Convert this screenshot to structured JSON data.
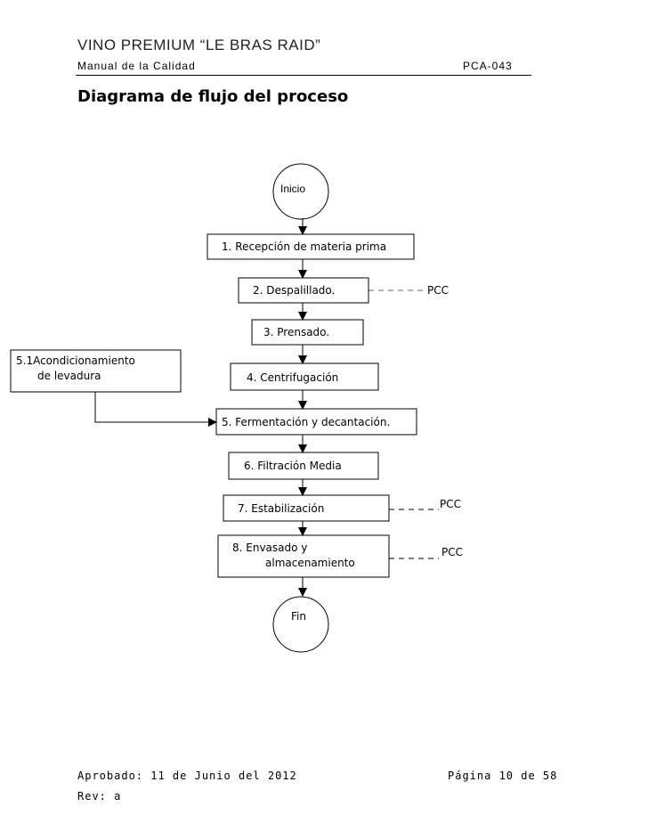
{
  "header": {
    "brand": "VINO PREMIUM “LE BRAS RAID”",
    "manual": "Manual de la Calidad",
    "code": "PCA-043"
  },
  "title": "Diagrama de flujo del proceso",
  "flow": {
    "start": "Inicio",
    "steps": [
      "1.  Recepción de materia prima",
      "2.  Despalillado.",
      "3.  Prensado.",
      "4.  Centrifugación",
      "5.  Fermentación y decantación.",
      "6.  Filtración Media",
      "7.  Estabilización",
      "8.  Envasado y",
      "almacenamiento"
    ],
    "side_step_line1": "5.1Acondicionamiento",
    "side_step_line2": "de levadura",
    "pcc": [
      "PCC",
      "PCC",
      "PCC"
    ],
    "end": "Fin"
  },
  "footer": {
    "approved": "Aprobado: 11 de Junio del 2012",
    "page": "Página 10 de 58",
    "revision": "Rev: a"
  }
}
